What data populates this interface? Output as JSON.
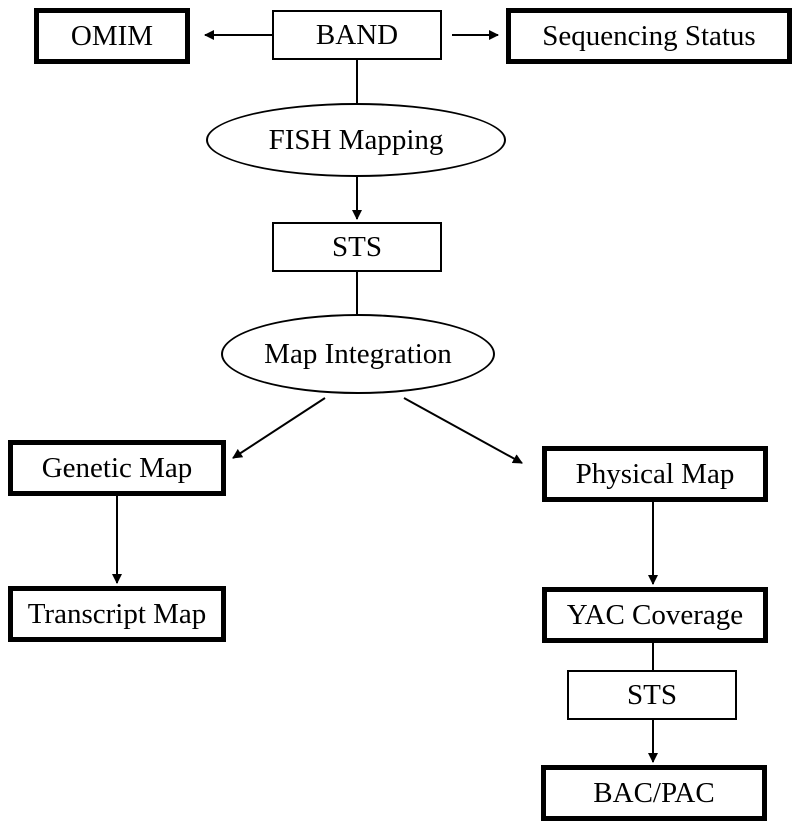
{
  "nodes": {
    "omim": "OMIM",
    "band": "BAND",
    "sequencing_status": "Sequencing Status",
    "fish_mapping": "FISH Mapping",
    "sts_top": "STS",
    "map_integration": "Map Integration",
    "genetic_map": "Genetic Map",
    "physical_map": "Physical Map",
    "transcript_map": "Transcript Map",
    "yac_coverage": "YAC Coverage",
    "sts_bottom": "STS",
    "bac_pac": "BAC/PAC"
  },
  "edges": [
    {
      "from": "band",
      "to": "omim",
      "arrow": true
    },
    {
      "from": "band",
      "to": "sequencing_status",
      "arrow": true
    },
    {
      "from": "band",
      "to": "fish_mapping",
      "arrow": false
    },
    {
      "from": "fish_mapping",
      "to": "sts_top",
      "arrow": true
    },
    {
      "from": "sts_top",
      "to": "map_integration",
      "arrow": false
    },
    {
      "from": "map_integration",
      "to": "genetic_map",
      "arrow": true
    },
    {
      "from": "map_integration",
      "to": "physical_map",
      "arrow": true
    },
    {
      "from": "genetic_map",
      "to": "transcript_map",
      "arrow": true
    },
    {
      "from": "physical_map",
      "to": "yac_coverage",
      "arrow": true
    },
    {
      "from": "yac_coverage",
      "to": "sts_bottom",
      "arrow": false
    },
    {
      "from": "sts_bottom",
      "to": "bac_pac",
      "arrow": true
    }
  ]
}
